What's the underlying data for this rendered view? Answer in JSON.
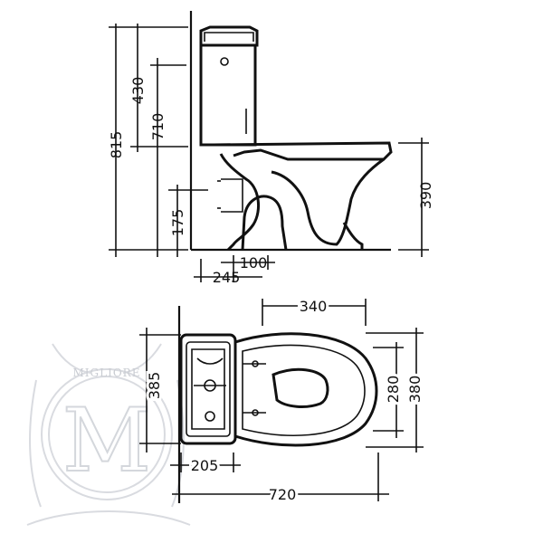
{
  "side_view": {
    "dims": {
      "total_height": "815",
      "tank_height": "430",
      "flush_height": "710",
      "outlet_height": "175",
      "seat_height": "390",
      "outlet_diameter": "100",
      "outlet_offset": "245"
    }
  },
  "top_view": {
    "dims": {
      "bowl_length": "340",
      "tank_width": "385",
      "seat_hole_spacing": "280",
      "bowl_width": "380",
      "tank_depth": "205",
      "total_length": "720"
    }
  },
  "watermark": {
    "brand": "MIGLIORE",
    "monogram": "M"
  }
}
